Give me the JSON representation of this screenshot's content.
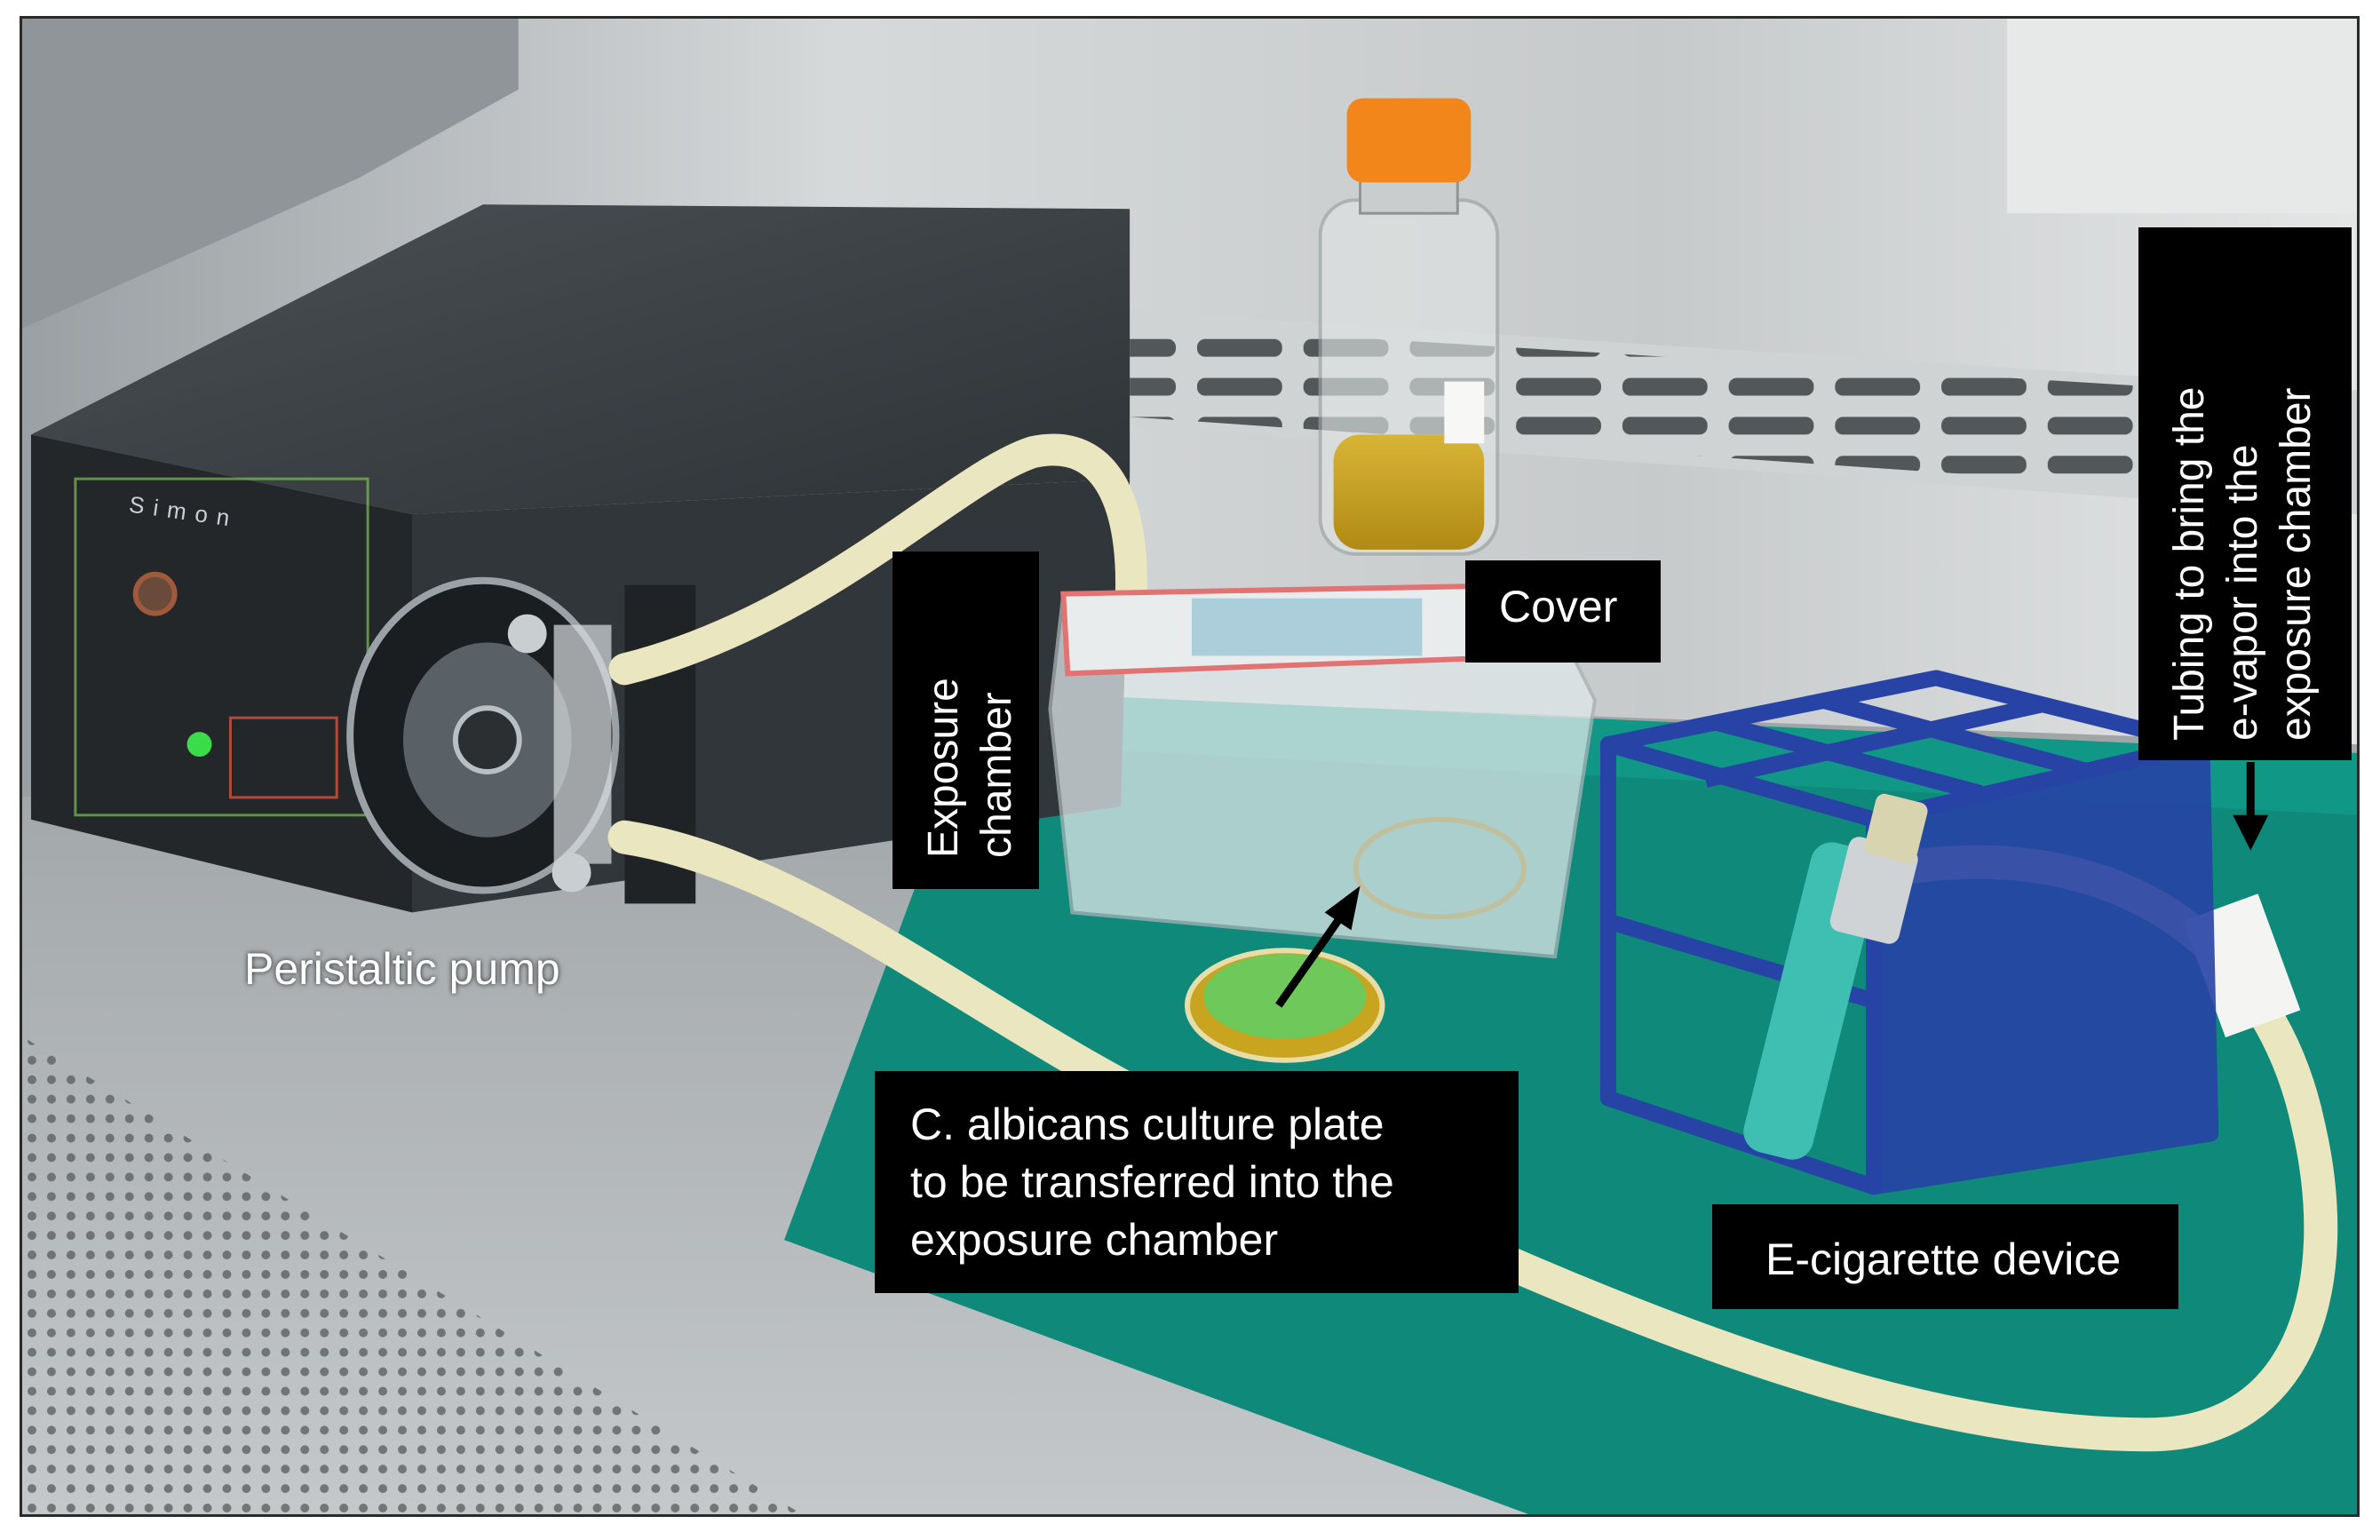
{
  "figure": {
    "colors": {
      "label_background": "#000000",
      "label_text": "#ffffff",
      "pump_body": "#2d3235",
      "tubing": "#e9e6c0",
      "drape": "#0f8a7a",
      "rack": "#2743a6",
      "bottle_cap": "#f3861b",
      "liquid": "#c9a41e",
      "culture_medium": "#6ec95a"
    },
    "labels": {
      "peristaltic_pump": "Peristaltic pump",
      "exposure_chamber_line1": "Exposure",
      "exposure_chamber_line2": "chamber",
      "cover": "Cover",
      "culture_plate_line1": "C. albicans culture plate",
      "culture_plate_line2": "to be transferred  into the",
      "culture_plate_line3": "exposure chamber",
      "e_cigarette": "E-cigarette device",
      "tubing_line1": "Tubing to bring the",
      "tubing_line2": "e-vapor into the",
      "tubing_line3": "exposure chamber"
    },
    "pump_brand_text": "Simon",
    "icons": [
      "arrow-to-chamber-icon",
      "arrow-down-icon"
    ]
  }
}
